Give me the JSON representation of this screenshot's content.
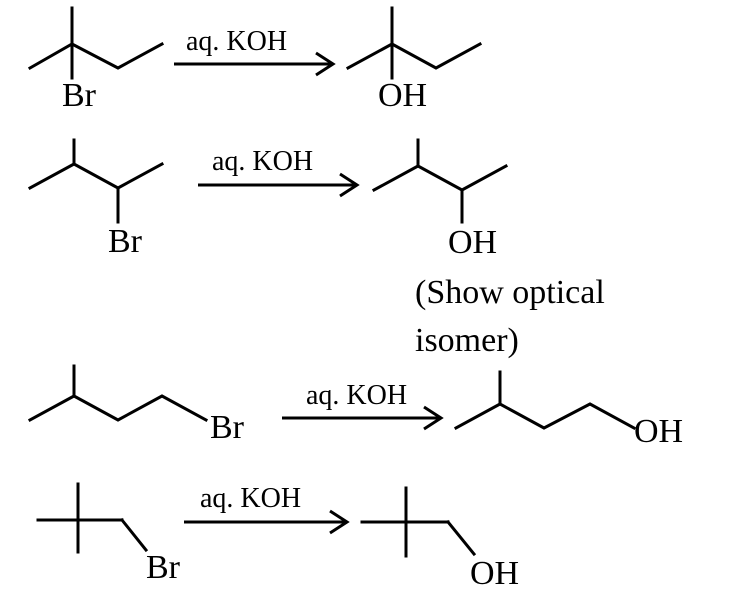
{
  "colors": {
    "ink": "#000000",
    "background": "#ffffff"
  },
  "reactions": [
    {
      "reagent": "aq. KOH",
      "reactant_atom": "Br",
      "product_atom": "OH"
    },
    {
      "reagent": "aq. KOH",
      "reactant_atom": "Br",
      "product_atom": "OH",
      "note_line1": "(Show optical",
      "note_line2": "isomer)"
    },
    {
      "reagent": "aq. KOH",
      "reactant_atom": "Br",
      "product_atom": "OH"
    },
    {
      "reagent": "aq. KOH",
      "reactant_atom": "Br",
      "product_atom": "OH"
    }
  ]
}
